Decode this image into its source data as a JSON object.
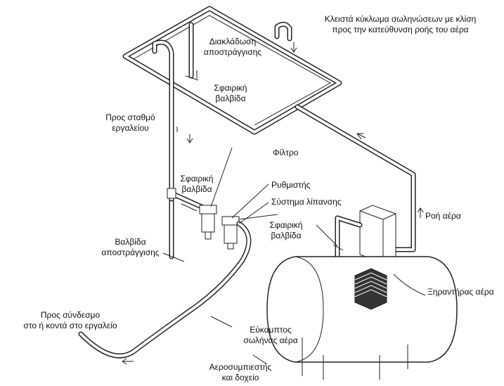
{
  "labels": {
    "closed_loop": [
      "Κλειστά κύκλωμα σωληνώσεων με κλίση",
      "προς την κατεύθυνση ροής του αέρα"
    ],
    "drain_branch": [
      "Διακλάδωση",
      "αποστράγγισης"
    ],
    "ball_valve_top": [
      "Σφαιρική",
      "βαλβίδα"
    ],
    "to_tool_station": [
      "Προς σταθμό",
      "εργαλείου"
    ],
    "filter": "Φίλτρο",
    "ball_valve_mid": [
      "Σφαιρική",
      "βαλβίδα"
    ],
    "regulator": "Ρυθμιστής",
    "lubrication": "Σύστημα λίπανσης",
    "ball_valve_right": [
      "Σφαιρική",
      "βαλβίδα"
    ],
    "air_flow": "Ροή αέρα",
    "drain_valve": [
      "Βαλβίδα",
      "αποστράγγισης"
    ],
    "air_dryer": "Ξηραντήρας αέρα",
    "to_connection": [
      "Προς σύνδεσμο",
      "στο ή κοντά στο εργαλείο"
    ],
    "flexible_hose": [
      "Εύκαμπτος",
      "σωλήνας αέρα"
    ],
    "compressor_tank": [
      "Αεροσυμπιεστής",
      "και δοχείο"
    ]
  },
  "colors": {
    "line": "#222222",
    "background": "#ffffff"
  }
}
